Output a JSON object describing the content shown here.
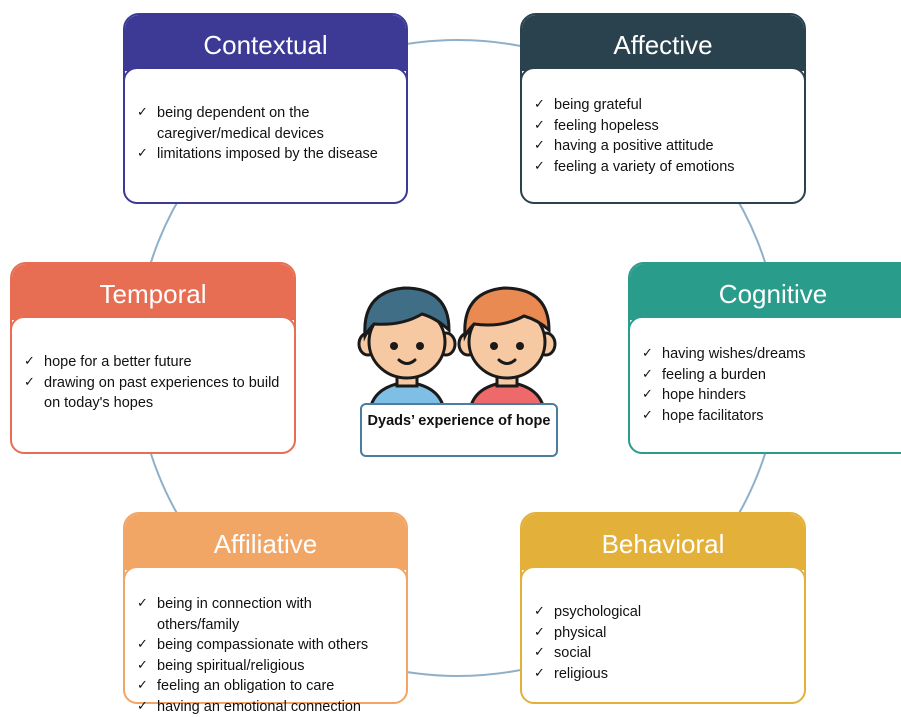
{
  "colors": {
    "contextual": "#3d3a96",
    "affective": "#2a424d",
    "temporal": "#e76e53",
    "cognitive": "#2a9c8b",
    "affiliative": "#f2a666",
    "behavioral": "#e3b13a",
    "center_border": "#4b7da0"
  },
  "check_symbol": "✓",
  "center": {
    "label": "Dyads’ experience of hope"
  },
  "cards": {
    "contextual": {
      "title": "Contextual",
      "items": [
        "being dependent on the caregiver/medical devices",
        "limitations imposed by the disease"
      ]
    },
    "affective": {
      "title": "Affective",
      "items": [
        "being grateful",
        "feeling hopeless",
        "having a positive attitude",
        "feeling a variety of emotions"
      ]
    },
    "temporal": {
      "title": "Temporal",
      "items": [
        "hope for a better future",
        "drawing on past experiences to build on today's hopes"
      ]
    },
    "cognitive": {
      "title": "Cognitive",
      "items": [
        "having wishes/dreams",
        "feeling a burden",
        "hope hinders",
        "hope facilitators"
      ]
    },
    "affiliative": {
      "title": "Affiliative",
      "items": [
        "being in connection with others/family",
        "being compassionate with others",
        "being spiritual/religious",
        "feeling an obligation to care",
        "having an emotional connection"
      ]
    },
    "behavioral": {
      "title": "Behavioral",
      "items": [
        "psychological",
        "physical",
        "social",
        "religious"
      ]
    }
  }
}
